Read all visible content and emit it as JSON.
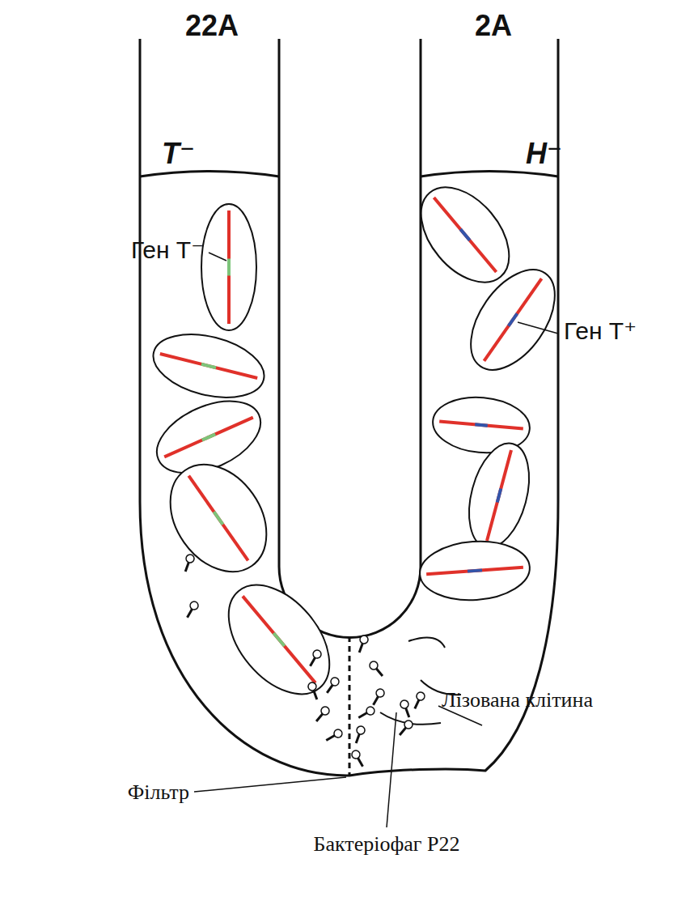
{
  "diagram": {
    "labels": [
      "22A",
      "2A",
      "T⁻",
      "H⁻",
      "Ген T⁻",
      "Ген T⁺",
      "Лізована клітина",
      "Фільтр",
      "Бактеріофаг P22"
    ]
  }
}
